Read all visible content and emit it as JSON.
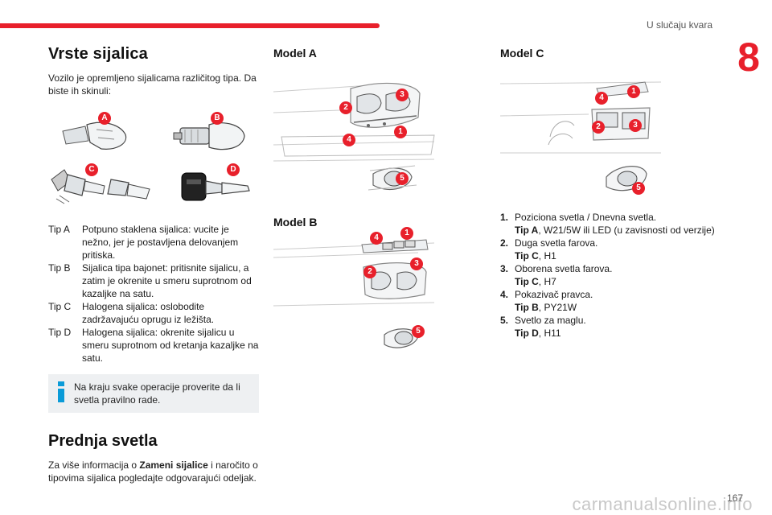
{
  "header": {
    "section": "U slučaju kvara",
    "chapter": "8"
  },
  "left": {
    "title": "Vrste sijalica",
    "intro": "Vozilo je opremljeno sijalicama različitog tipa. Da biste ih skinuli:",
    "badges": [
      "A",
      "B",
      "C",
      "D"
    ],
    "types": [
      {
        "label": "Tip A",
        "desc": "Potpuno staklena sijalica: vucite je nežno, jer je postavljena delovanjem pritiska."
      },
      {
        "label": "Tip B",
        "desc": "Sijalica tipa bajonet: pritisnite sijalicu, a zatim je okrenite u smeru suprotnom od kazaljke na satu."
      },
      {
        "label": "Tip C",
        "desc": "Halogena sijalica: oslobodite zadržavajuću oprugu iz ležišta."
      },
      {
        "label": "Tip D",
        "desc": "Halogena sijalica: okrenite sijalicu u smeru suprotnom od kretanja kazaljke na satu."
      }
    ],
    "info": "Na kraju svake operacije proverite da li svetla pravilno rade.",
    "title2": "Prednja svetla",
    "more_prefix": "Za više informacija o ",
    "more_bold": "Zameni sijalice",
    "more_suffix": " i naročito o tipovima sijalica pogledajte odgovarajući odeljak."
  },
  "mid": {
    "model_a": "Model A",
    "model_b": "Model B",
    "a_badges": [
      "2",
      "3",
      "4",
      "1",
      "5"
    ],
    "b_badges": [
      "4",
      "1",
      "2",
      "3",
      "5"
    ]
  },
  "right": {
    "model_c": "Model C",
    "c_badges": [
      "4",
      "1",
      "2",
      "3",
      "5"
    ],
    "legend": [
      {
        "num": "1.",
        "line1": "Poziciona svetla / Dnevna svetla.",
        "tip": "Tip A",
        "rest": ", W21/5W ili LED (u zavisnosti od verzije)"
      },
      {
        "num": "2.",
        "line1": "Duga svetla farova.",
        "tip": "Tip C",
        "rest": ", H1"
      },
      {
        "num": "3.",
        "line1": "Oborena svetla farova.",
        "tip": "Tip C",
        "rest": ", H7"
      },
      {
        "num": "4.",
        "line1": "Pokazivač pravca.",
        "tip": "Tip B",
        "rest": ", PY21W"
      },
      {
        "num": "5.",
        "line1": "Svetlo za maglu.",
        "tip": "Tip D",
        "rest": ", H11"
      }
    ]
  },
  "footer": {
    "page": "167",
    "watermark": "carmanualsonline.info"
  },
  "colors": {
    "accent": "#e8202b",
    "info_bg": "#eef0f2"
  }
}
